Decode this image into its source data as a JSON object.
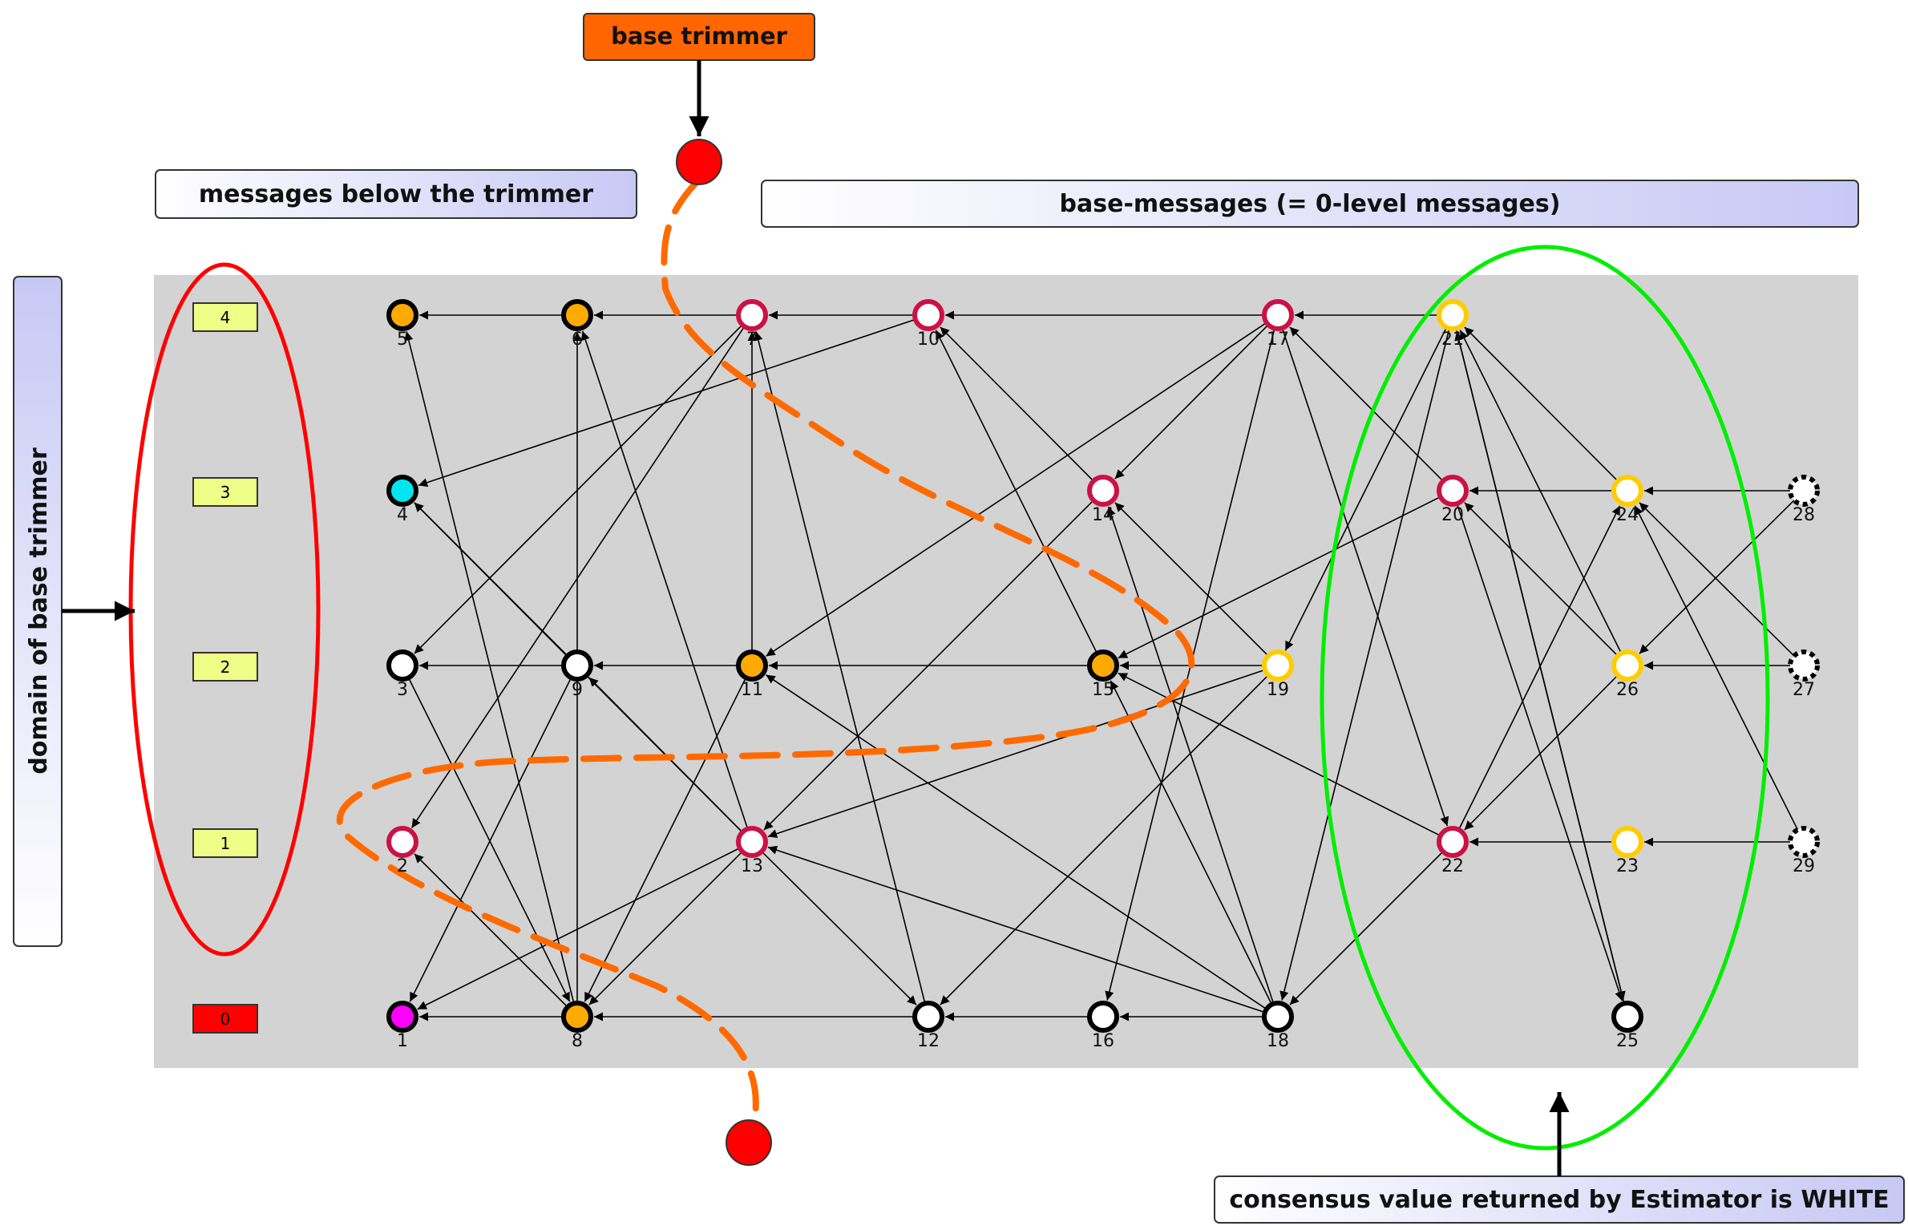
{
  "labels": {
    "base_trimmer": "base trimmer",
    "below_trimmer": "messages below the trimmer",
    "base_messages": "base-messages (= 0-level messages)",
    "domain": "domain of base trimmer",
    "consensus": "consensus value returned by Estimator is WHITE"
  },
  "levels": [
    "0",
    "1",
    "2",
    "3",
    "4"
  ],
  "colors": {
    "background": "#d3d3d3",
    "trimmer_box": "#ff6600",
    "level_box": "#eeff88",
    "level_zero_box": "#ff0000",
    "crimson": "#cc1144",
    "orange": "#ffaa00",
    "yellow": "#ffcc00",
    "cyan": "#00e5ee",
    "magenta": "#ff00ff",
    "white": "#ffffff",
    "trimmer_path": "#ff6a00",
    "domain_ellipse": "#ff0000",
    "consensus_ellipse": "#00ee00"
  },
  "nodes": [
    {
      "id": 1,
      "label": "1",
      "fill": "magenta",
      "ring": "black"
    },
    {
      "id": 2,
      "label": "2",
      "fill": "white",
      "ring": "crimson"
    },
    {
      "id": 3,
      "label": "3",
      "fill": "white",
      "ring": "black"
    },
    {
      "id": 4,
      "label": "4",
      "fill": "cyan",
      "ring": "black"
    },
    {
      "id": 5,
      "label": "5",
      "fill": "orange",
      "ring": "black"
    },
    {
      "id": 6,
      "label": "6",
      "fill": "orange",
      "ring": "black"
    },
    {
      "id": 7,
      "label": "7",
      "fill": "white",
      "ring": "crimson"
    },
    {
      "id": 8,
      "label": "8",
      "fill": "orange",
      "ring": "black"
    },
    {
      "id": 9,
      "label": "9",
      "fill": "white",
      "ring": "black"
    },
    {
      "id": 10,
      "label": "10",
      "fill": "white",
      "ring": "crimson"
    },
    {
      "id": 11,
      "label": "11",
      "fill": "orange",
      "ring": "black"
    },
    {
      "id": 12,
      "label": "12",
      "fill": "white",
      "ring": "black"
    },
    {
      "id": 13,
      "label": "13",
      "fill": "white",
      "ring": "crimson"
    },
    {
      "id": 14,
      "label": "14",
      "fill": "white",
      "ring": "crimson"
    },
    {
      "id": 15,
      "label": "15",
      "fill": "orange",
      "ring": "black"
    },
    {
      "id": 16,
      "label": "16",
      "fill": "white",
      "ring": "black"
    },
    {
      "id": 17,
      "label": "17",
      "fill": "white",
      "ring": "crimson"
    },
    {
      "id": 18,
      "label": "18",
      "fill": "white",
      "ring": "black"
    },
    {
      "id": 19,
      "label": "19",
      "fill": "white",
      "ring": "yellow"
    },
    {
      "id": 20,
      "label": "20",
      "fill": "white",
      "ring": "crimson"
    },
    {
      "id": 21,
      "label": "21",
      "fill": "white",
      "ring": "yellow"
    },
    {
      "id": 22,
      "label": "22",
      "fill": "white",
      "ring": "crimson"
    },
    {
      "id": 23,
      "label": "23",
      "fill": "white",
      "ring": "yellow"
    },
    {
      "id": 24,
      "label": "24",
      "fill": "white",
      "ring": "yellow"
    },
    {
      "id": 25,
      "label": "25",
      "fill": "white",
      "ring": "black"
    },
    {
      "id": 26,
      "label": "26",
      "fill": "white",
      "ring": "yellow"
    },
    {
      "id": 27,
      "label": "27",
      "fill": "white",
      "ring": "dashed"
    },
    {
      "id": 28,
      "label": "28",
      "fill": "white",
      "ring": "dashed"
    },
    {
      "id": 29,
      "label": "29",
      "fill": "white",
      "ring": "dashed"
    }
  ],
  "edges": [
    [
      6,
      5
    ],
    [
      7,
      6
    ],
    [
      10,
      7
    ],
    [
      17,
      10
    ],
    [
      21,
      17
    ],
    [
      9,
      3
    ],
    [
      11,
      9
    ],
    [
      15,
      11
    ],
    [
      19,
      15
    ],
    [
      8,
      1
    ],
    [
      12,
      8
    ],
    [
      16,
      12
    ],
    [
      18,
      16
    ],
    [
      24,
      20
    ],
    [
      28,
      24
    ],
    [
      27,
      26
    ],
    [
      23,
      22
    ],
    [
      29,
      23
    ],
    [
      8,
      5
    ],
    [
      8,
      6
    ],
    [
      12,
      7
    ],
    [
      13,
      6
    ],
    [
      11,
      7
    ],
    [
      10,
      4
    ],
    [
      7,
      3
    ],
    [
      7,
      2
    ],
    [
      9,
      4
    ],
    [
      13,
      4
    ],
    [
      9,
      1
    ],
    [
      8,
      2
    ],
    [
      3,
      8
    ],
    [
      11,
      8
    ],
    [
      13,
      8
    ],
    [
      13,
      1
    ],
    [
      13,
      12
    ],
    [
      13,
      9
    ],
    [
      15,
      10
    ],
    [
      14,
      10
    ],
    [
      14,
      13
    ],
    [
      18,
      14
    ],
    [
      19,
      14
    ],
    [
      17,
      14
    ],
    [
      17,
      11
    ],
    [
      17,
      16
    ],
    [
      17,
      22
    ],
    [
      18,
      13
    ],
    [
      18,
      11
    ],
    [
      18,
      15
    ],
    [
      19,
      13
    ],
    [
      19,
      12
    ],
    [
      20,
      17
    ],
    [
      20,
      15
    ],
    [
      20,
      25
    ],
    [
      21,
      19
    ],
    [
      21,
      18
    ],
    [
      21,
      25
    ],
    [
      22,
      15
    ],
    [
      22,
      24
    ],
    [
      22,
      18
    ],
    [
      24,
      21
    ],
    [
      26,
      21
    ],
    [
      26,
      20
    ],
    [
      26,
      22
    ],
    [
      27,
      24
    ],
    [
      28,
      26
    ],
    [
      29,
      24
    ],
    [
      25,
      21
    ]
  ]
}
